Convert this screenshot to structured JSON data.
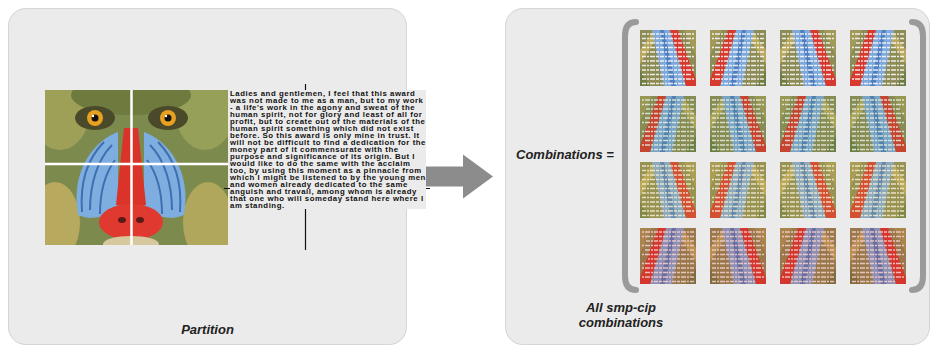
{
  "diagram": {
    "nodes": [
      {
        "text": [
          "Partition"
        ]
      },
      {
        "text": [
          "All smp-cip combinations"
        ]
      }
    ],
    "edges": [
      {
        "from": 0,
        "to": 1,
        "arrow": "to"
      }
    ],
    "labels": [
      "Ladies and gentlemen, I feel that this award was not made to me as a man, but to my work - a life's work in the agony and sweat of the human spirit, not for glory and least of all for profit, but to create out of the materials of the human spirit something which did not exist before. So this award is only mine in trust. It will not be difficult to find a dedication for the money part of it commensurate with the purpose and significance of its origin. But I would like to do the same with the acclaim too, by using this moment as a pinnacle from which I might be listened to by the young men and women already dedicated to the same anguish and travail, among whom is already that one who will someday stand here where I am standing.",
      "Combinations ="
    ]
  }
}
